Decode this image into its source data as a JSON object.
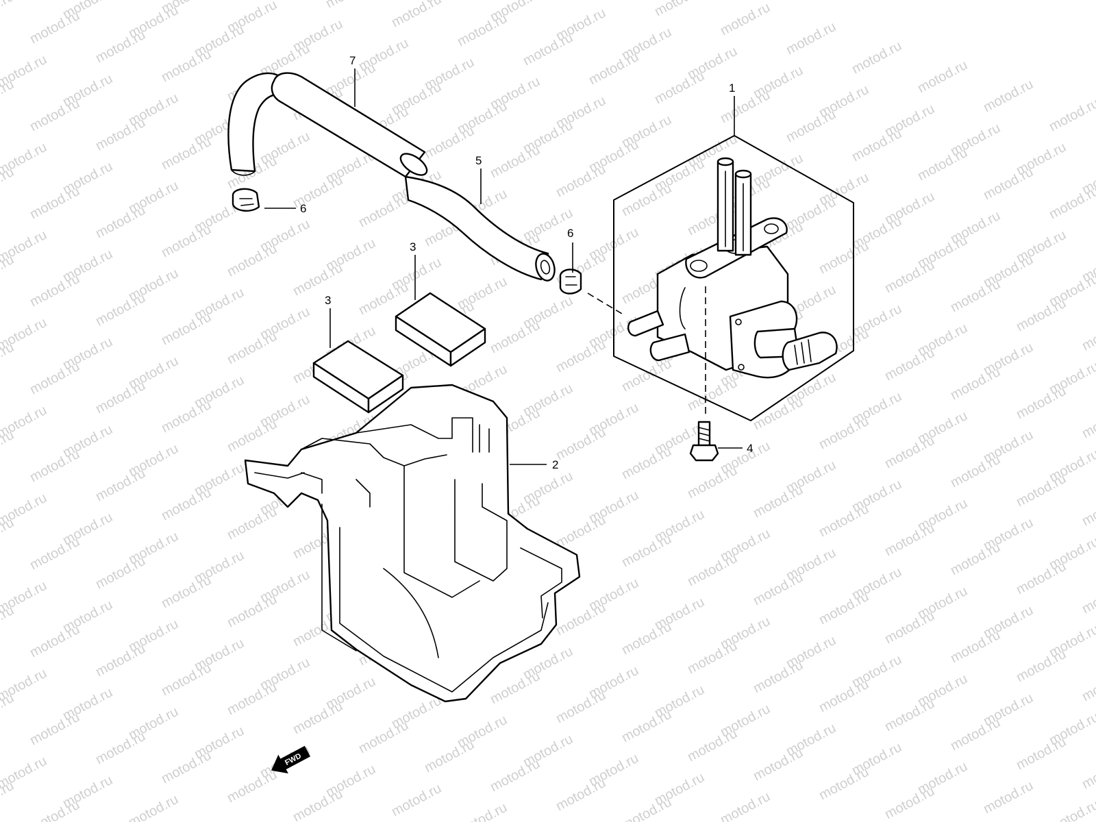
{
  "watermark": {
    "text": "motod.ru",
    "color": "#cfcfcf"
  },
  "callouts": [
    {
      "id": "c1",
      "label": "1"
    },
    {
      "id": "c2",
      "label": "2"
    },
    {
      "id": "c3a",
      "label": "3"
    },
    {
      "id": "c3b",
      "label": "3"
    },
    {
      "id": "c4",
      "label": "4"
    },
    {
      "id": "c5",
      "label": "5"
    },
    {
      "id": "c6a",
      "label": "6"
    },
    {
      "id": "c6b",
      "label": "6"
    },
    {
      "id": "c7",
      "label": "7"
    }
  ],
  "direction_arrow": {
    "label": "FWD"
  },
  "colors": {
    "line": "#000000",
    "background": "#ffffff"
  }
}
